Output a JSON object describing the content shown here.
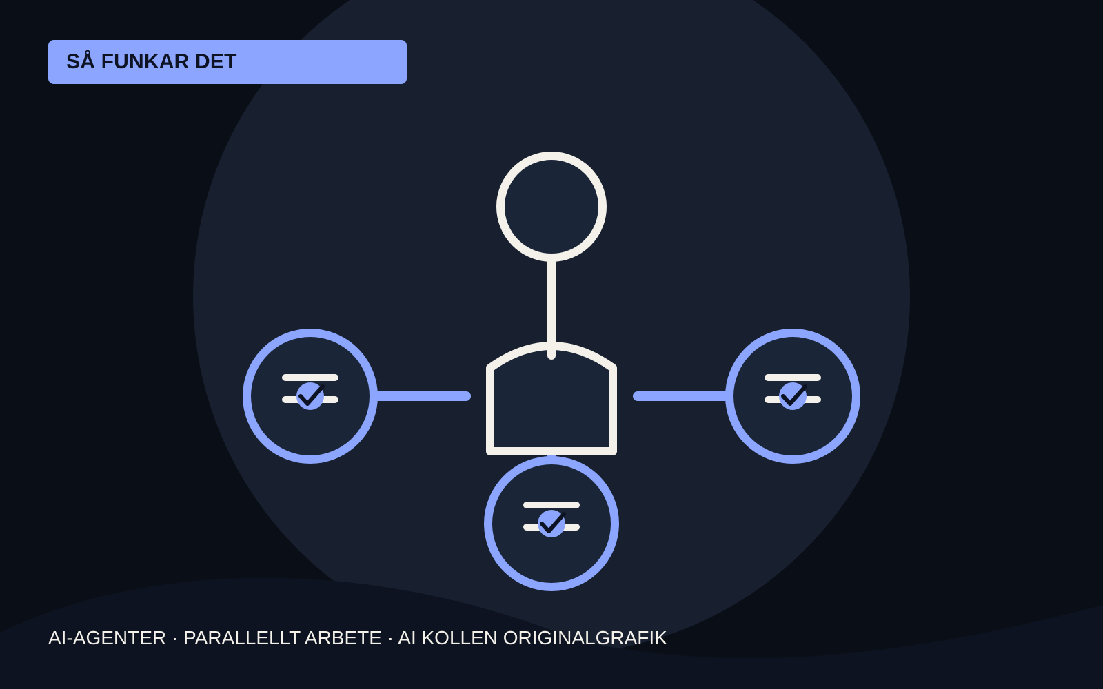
{
  "header": {
    "title": "SÅ FUNKAR DET"
  },
  "footer": {
    "caption": "AI-AGENTER · PARALLELLT ARBETE · AI KOLLEN ORIGINALGRAFIK"
  },
  "colors": {
    "background": "#0a0e16",
    "backdrop_circle": "#18202f",
    "bottom_wave": "#0d1320",
    "accent": "#8ca6ff",
    "cream": "#f3f1ea",
    "node_fill": "#1b2538",
    "dark_text": "#0d1322"
  },
  "diagram": {
    "nodes": [
      {
        "id": "person-head",
        "icon": "head-circle"
      },
      {
        "id": "person-body",
        "icon": "shoulders-shape"
      },
      {
        "id": "agent-left",
        "icon": "task-checked-icon"
      },
      {
        "id": "agent-right",
        "icon": "task-checked-icon"
      },
      {
        "id": "agent-bottom",
        "icon": "task-checked-icon"
      }
    ],
    "edges": [
      {
        "from": "person-head",
        "to": "person-body"
      },
      {
        "from": "agent-left",
        "to": "person-body"
      },
      {
        "from": "person-body",
        "to": "agent-right"
      },
      {
        "from": "person-body",
        "to": "agent-bottom"
      }
    ]
  }
}
